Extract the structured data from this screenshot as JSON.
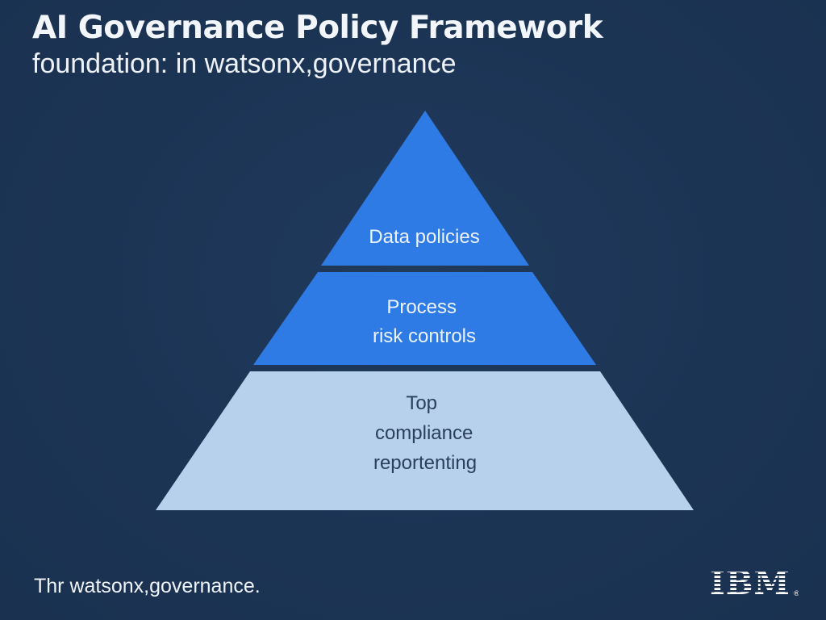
{
  "header": {
    "title": "AI Governance Policy Framework",
    "subtitle": "foundation: in watsonx,governance"
  },
  "pyramid": {
    "tiers": [
      {
        "lines": [
          "Data policies"
        ],
        "color": "#2f7be6",
        "text_color": "#eef4ff"
      },
      {
        "lines": [
          "Process",
          "risk controls"
        ],
        "color": "#2f7be6",
        "text_color": "#eef4ff"
      },
      {
        "lines": [
          "Top",
          "compliance",
          "reportenting"
        ],
        "color": "#b7d0ec",
        "text_color": "#2a3f5a"
      }
    ]
  },
  "footer": {
    "text": "Thr watsonx,governance."
  },
  "logo": {
    "text": "IBM",
    "mark": "®"
  },
  "colors": {
    "background": "#1c3454",
    "accent": "#2f7be6",
    "base_tier": "#b7d0ec"
  }
}
